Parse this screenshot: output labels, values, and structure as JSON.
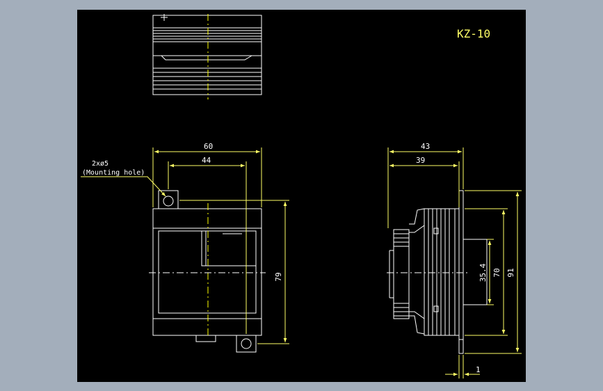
{
  "drawing": {
    "title": "KZ-10",
    "colors": {
      "background": "#000000",
      "frame": "#a3aebb",
      "outline": "#ffffff",
      "dimension": "#ffff66",
      "centerline": "#ffff00"
    },
    "front_view": {
      "dim_width": "60",
      "dim_hole_spacing": "44",
      "dim_height": "79",
      "hole_note": "2xø5",
      "hole_note_sub": "(Mounting hole)"
    },
    "side_view": {
      "dim_depth_total": "43",
      "dim_depth_body": "39",
      "dim_height_inner": "35.4",
      "dim_height_mid": "70",
      "dim_height_total": "91",
      "dim_flange": "1"
    }
  }
}
